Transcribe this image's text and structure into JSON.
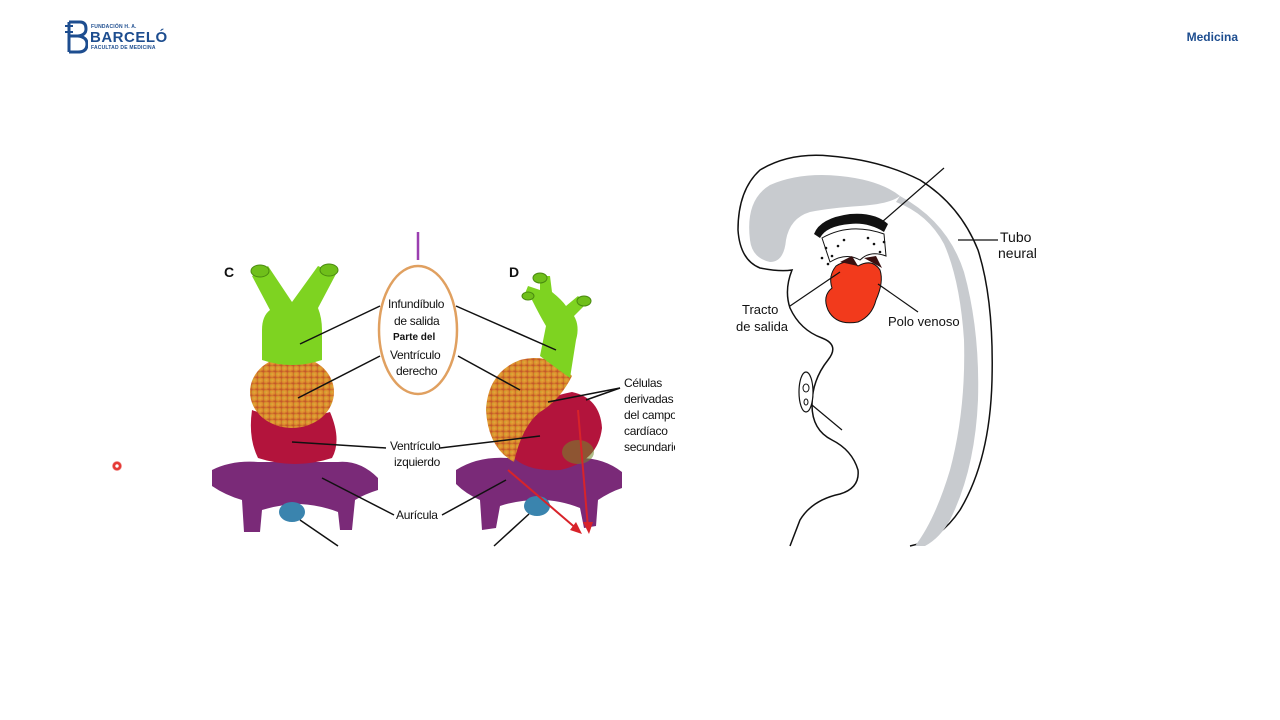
{
  "header": {
    "logo_top": "FUNDACIÓN H. A.",
    "logo_name": "BARCELÓ",
    "logo_bottom": "FACULTAD DE MEDICINA",
    "subject": "Medicina"
  },
  "figure_left": {
    "panel_c": "C",
    "panel_d": "D",
    "labels": {
      "infundibulo_1": "Infundíbulo",
      "infundibulo_2": "de salida",
      "parte_del": "Parte del",
      "ventriculo_der_1": "Ventrículo",
      "ventriculo_der_2": "derecho",
      "ventriculo_izq_1": "Ventrículo",
      "ventriculo_izq_2": "izquierdo",
      "auricula": "Aurícula",
      "celulas_1": "Células",
      "celulas_2": "derivadas",
      "celulas_3": "del campo",
      "celulas_4": "cardíaco",
      "celulas_5": "secundario"
    },
    "colors": {
      "outflow": "#7ed321",
      "right_ventricle": "#d98a2b",
      "left_ventricle": "#b3143c",
      "atrium": "#7a2a78",
      "oval_outline": "#e0a060",
      "arrow": "#d8232a"
    }
  },
  "figure_right": {
    "labels": {
      "tubo_1": "Tubo",
      "tubo_2": "neural",
      "tracto_1": "Tracto",
      "tracto_2": "de salida",
      "polo": "Polo venoso"
    },
    "colors": {
      "heart": "#f23a1c",
      "neural_tube": "#c8cbcf"
    }
  }
}
